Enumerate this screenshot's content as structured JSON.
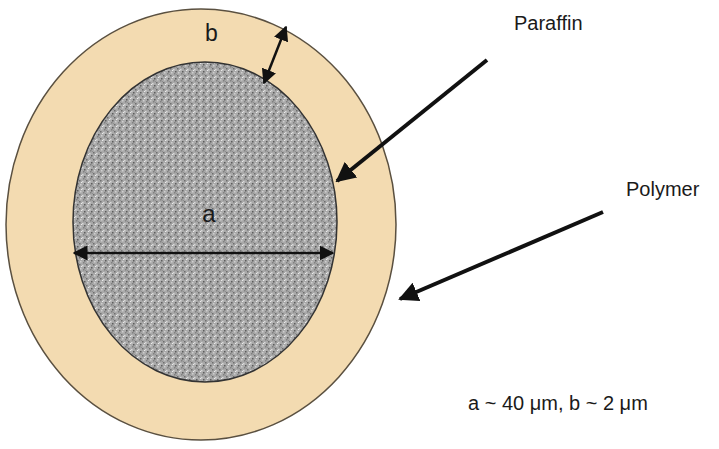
{
  "diagram": {
    "nodes": [
      {
        "text": [
          "b"
        ]
      },
      {
        "text": [
          "a"
        ],
        "in": 0
      }
    ],
    "labels": [
      "Paraffin",
      "Polymer",
      "a ~ 40 μm, b ~ 2 μm"
    ]
  }
}
